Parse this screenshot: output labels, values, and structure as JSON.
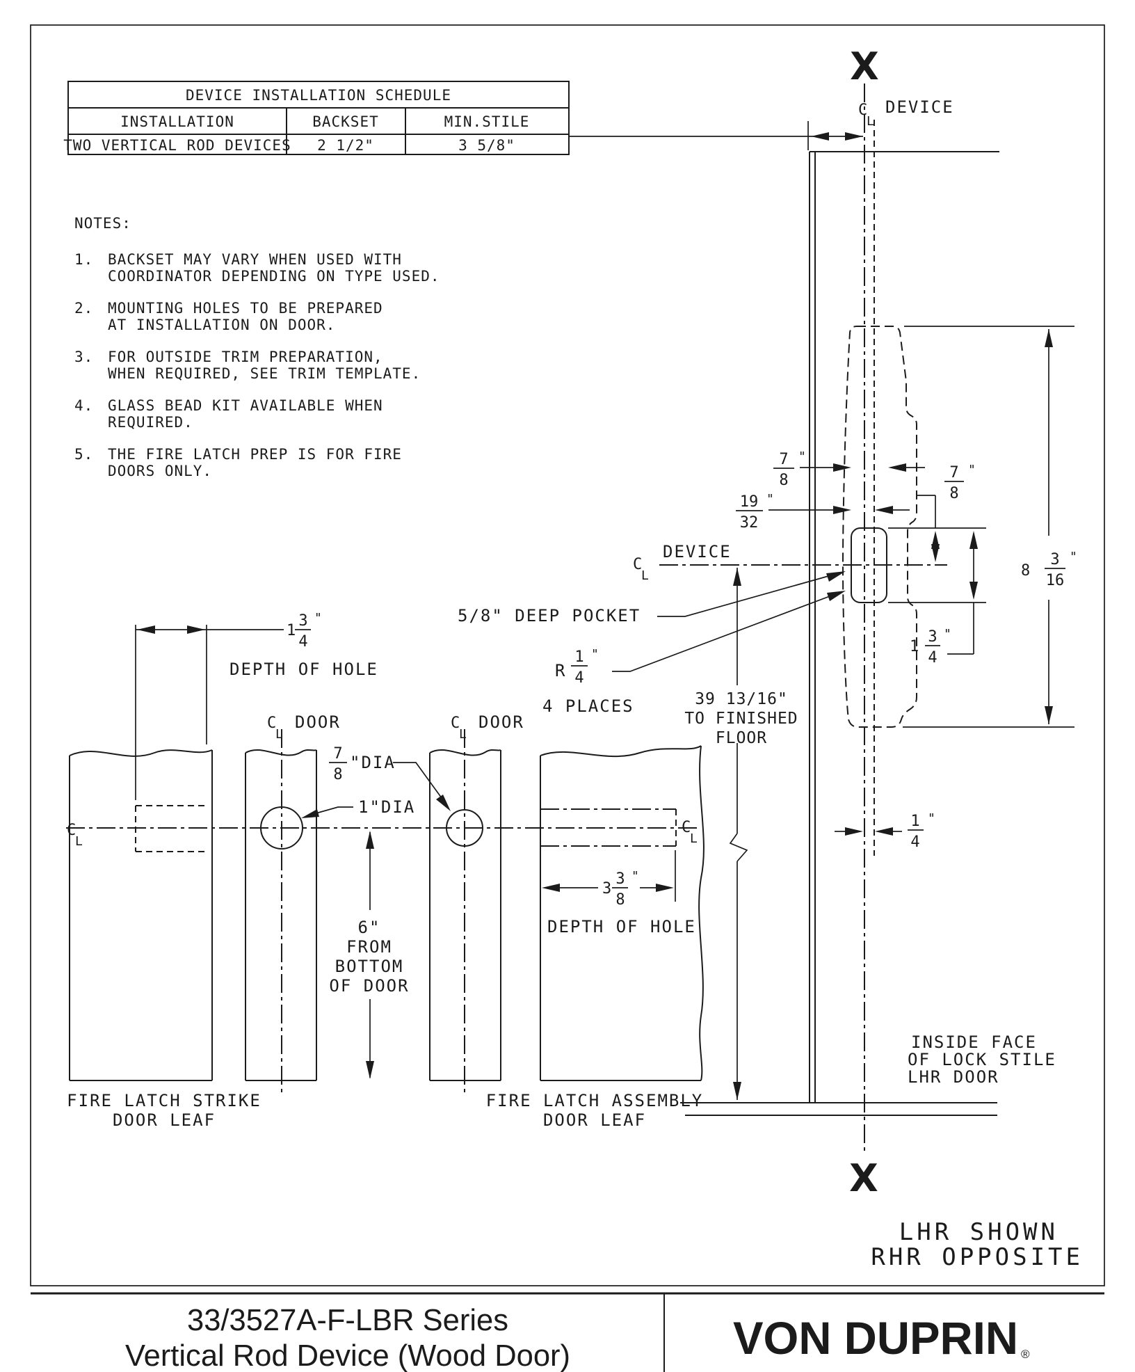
{
  "schedule": {
    "title": "DEVICE INSTALLATION SCHEDULE",
    "col_installation": "INSTALLATION",
    "col_backset": "BACKSET",
    "col_min_stile": "MIN.STILE",
    "row_installation": "TWO VERTICAL ROD DEVICES",
    "row_backset": "2 1/2\"",
    "row_min_stile": "3 5/8\""
  },
  "notes": {
    "heading": "NOTES:",
    "items": [
      {
        "num": "1.",
        "line1": "BACKSET MAY VARY WHEN USED WITH",
        "line2": "COORDINATOR DEPENDING ON TYPE USED."
      },
      {
        "num": "2.",
        "line1": "MOUNTING HOLES TO BE PREPARED",
        "line2": "AT INSTALLATION ON DOOR."
      },
      {
        "num": "3.",
        "line1": "FOR OUTSIDE TRIM PREPARATION,",
        "line2": "WHEN REQUIRED, SEE TRIM TEMPLATE."
      },
      {
        "num": "4.",
        "line1": "GLASS BEAD KIT AVAILABLE WHEN",
        "line2": "REQUIRED."
      },
      {
        "num": "5.",
        "line1": "THE FIRE LATCH PREP IS FOR FIRE",
        "line2": "DOORS ONLY."
      }
    ]
  },
  "symbols": {
    "c": "C",
    "l": "L",
    "x": "X"
  },
  "labels": {
    "device": "DEVICE",
    "door": "DOOR",
    "deep_pocket": "5/8\" DEEP POCKET",
    "radius_prefix": "R",
    "places": "4 PLACES",
    "floor1": "39 13/16\"",
    "floor2": "TO FINISHED",
    "floor3": "FLOOR",
    "inside1": "INSIDE FACE",
    "inside2": "OF LOCK STILE",
    "inside3": "LHR DOOR",
    "hand1": "LHR SHOWN",
    "hand2": "RHR OPPOSITE",
    "depth_of_hole": "DEPTH OF HOLE",
    "dia1": "1\"DIA",
    "dia78_suffix": "\"DIA",
    "six": "6\"",
    "from": "FROM",
    "bottom": "BOTTOM",
    "of_door": "OF DOOR",
    "capA1": "FIRE LATCH STRIKE",
    "capA2": "DOOR LEAF",
    "capB1": "FIRE LATCH ASSEMBLY",
    "capB2": "DOOR LEAF"
  },
  "dims": {
    "inch": "\"",
    "w78_n": "7",
    "w78_d": "8",
    "w1932_n": "19",
    "w1932_d": "32",
    "h816_whole": "8",
    "h816_n": "3",
    "h816_d": "16",
    "h134_whole": "1",
    "h134_n": "3",
    "h134_d": "4",
    "r14_n": "1",
    "r14_d": "4",
    "q14_n": "1",
    "q14_d": "4",
    "dia78_n": "7",
    "dia78_d": "8",
    "d338_whole": "3",
    "d338_n": "3",
    "d338_d": "8"
  },
  "footer": {
    "series": "33/3527A-F-LBR Series",
    "product": "Vertical Rod Device (Wood Door)",
    "brand": "VON DUPRIN",
    "reg": "®"
  },
  "colors": {
    "ink": "#1b1b1b",
    "paper": "#ffffff"
  }
}
